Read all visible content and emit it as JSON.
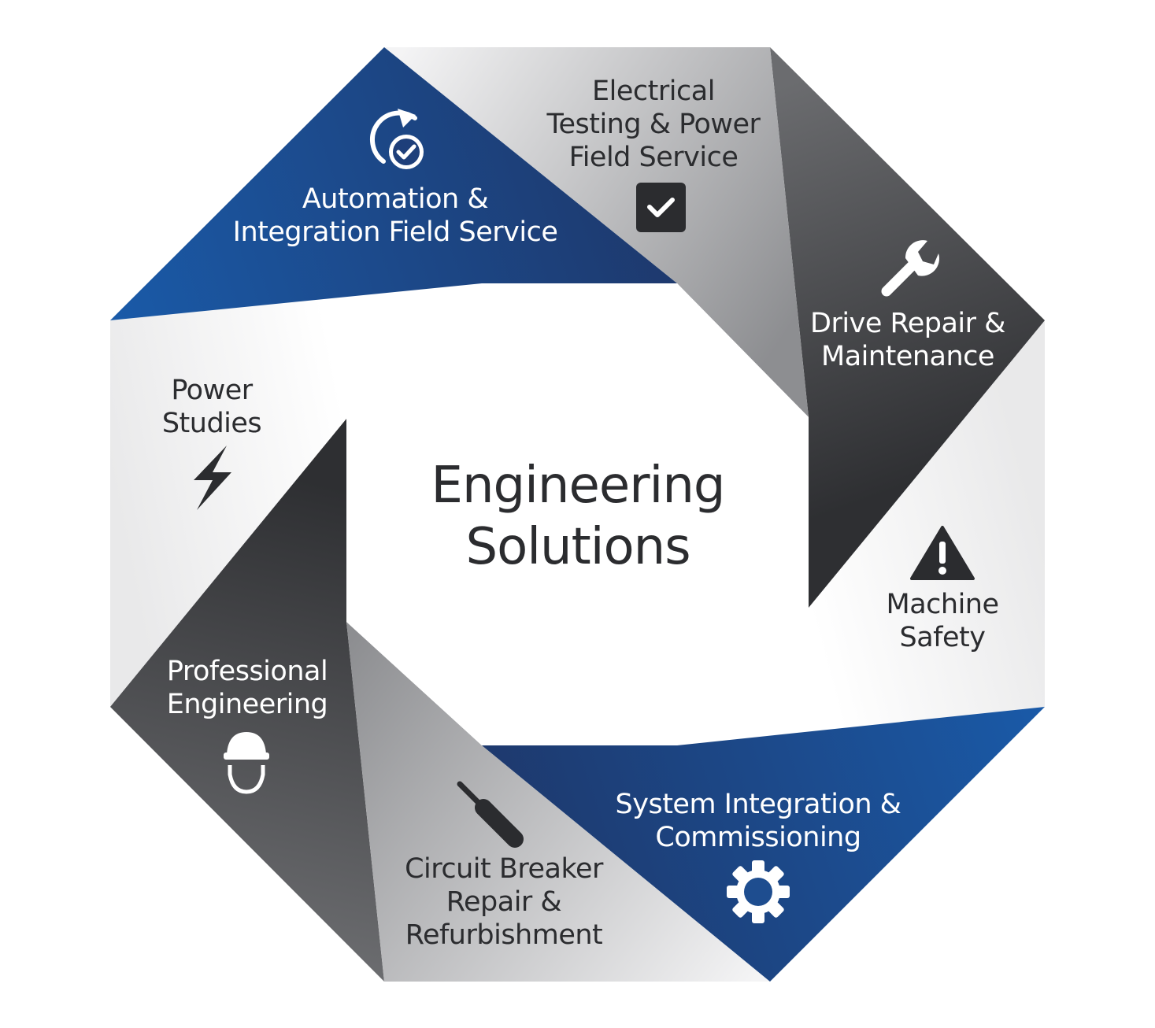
{
  "center": {
    "line1": "Engineering",
    "line2": "Solutions"
  },
  "segments": [
    {
      "id": "automation",
      "lines": [
        "Automation &",
        "Integration Field Service"
      ],
      "icon": "refresh-check-icon",
      "color": "#1b4a8e"
    },
    {
      "id": "electrical",
      "lines": [
        "Electrical",
        "Testing & Power",
        "Field Service"
      ],
      "icon": "checkbox-icon",
      "color": "#c4c5c7"
    },
    {
      "id": "drive",
      "lines": [
        "Drive Repair &",
        "Maintenance"
      ],
      "icon": "wrench-icon",
      "color": "#3a3b3e"
    },
    {
      "id": "machine",
      "lines": [
        "Machine",
        "Safety"
      ],
      "icon": "warning-icon",
      "color": "#f2f2f3"
    },
    {
      "id": "system",
      "lines": [
        "System Integration &",
        "Commissioning"
      ],
      "icon": "gear-icon",
      "color": "#1b4a8e"
    },
    {
      "id": "circuit",
      "lines": [
        "Circuit Breaker",
        "Repair &",
        "Refurbishment"
      ],
      "icon": "screwdriver-icon",
      "color": "#c4c5c7"
    },
    {
      "id": "professional",
      "lines": [
        "Professional",
        "Engineering"
      ],
      "icon": "hard-hat-icon",
      "color": "#3a3b3e"
    },
    {
      "id": "power",
      "lines": [
        "Power",
        "Studies"
      ],
      "icon": "lightning-icon",
      "color": "#f2f2f3"
    }
  ]
}
